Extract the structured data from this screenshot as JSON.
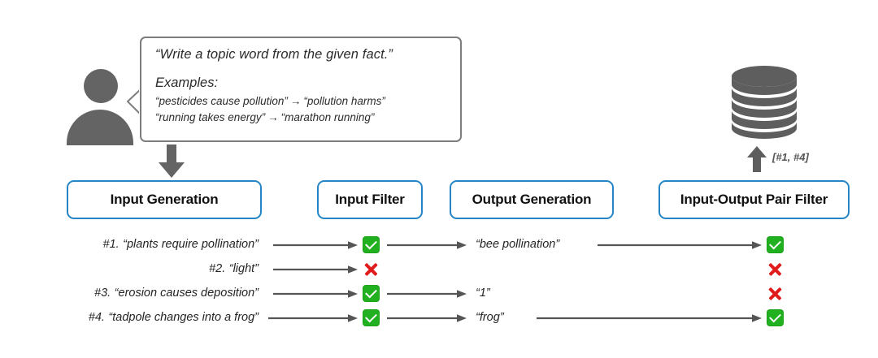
{
  "prompt_bubble": {
    "instruction": "“Write a topic word from the given fact.”",
    "examples_label": "Examples:",
    "examples": [
      {
        "input": "“pesticides cause pollution”",
        "arrow": "→",
        "output": "“pollution harms”"
      },
      {
        "input": "“running takes energy”",
        "arrow": "→",
        "output": "“marathon running”"
      }
    ]
  },
  "database": {
    "label": "[#1, #4]"
  },
  "stages": [
    {
      "label": "Input Generation"
    },
    {
      "label": "Input Filter"
    },
    {
      "label": "Output Generation"
    },
    {
      "label": "Input-Output Pair Filter"
    }
  ],
  "rows": [
    {
      "id": "#1.",
      "input": "“plants require pollination”",
      "input_filter": "pass",
      "output": "“bee pollination”",
      "pair_filter": "pass"
    },
    {
      "id": "#2.",
      "input": "“light”",
      "input_filter": "fail",
      "output": "",
      "pair_filter": "fail"
    },
    {
      "id": "#3.",
      "input": "“erosion causes deposition”",
      "input_filter": "pass",
      "output": "“1”",
      "pair_filter": "fail"
    },
    {
      "id": "#4.",
      "input": "“tadpole changes into a frog”",
      "input_filter": "pass",
      "output": "“frog”",
      "pair_filter": "pass"
    }
  ],
  "colors": {
    "stage_border": "#2585c6",
    "pass": "#21b01f",
    "fail": "#e01b1b",
    "icon_gray": "#646464",
    "arrow_gray": "#555555"
  }
}
